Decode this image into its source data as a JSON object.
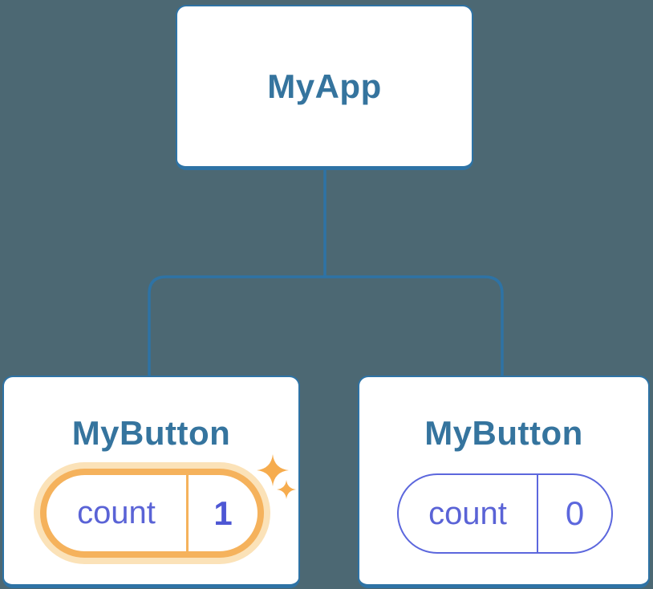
{
  "tree": {
    "root": {
      "label": "MyApp"
    },
    "children": [
      {
        "label": "MyButton",
        "state": {
          "name": "count",
          "value": "1"
        },
        "highlighted": true,
        "icon": "sparkle-icon"
      },
      {
        "label": "MyButton",
        "state": {
          "name": "count",
          "value": "0"
        },
        "highlighted": false
      }
    ]
  },
  "colors": {
    "background": "#4C6873",
    "node_border": "#2E73A5",
    "node_background": "#FFFFFF",
    "label_text": "#35749E",
    "state_text": "#5A63D6",
    "state_border": "#5C67DD",
    "highlight_border": "#F5B25C",
    "highlight_glow": "#FBE2B8",
    "sparkle": "#F6AC4E"
  }
}
